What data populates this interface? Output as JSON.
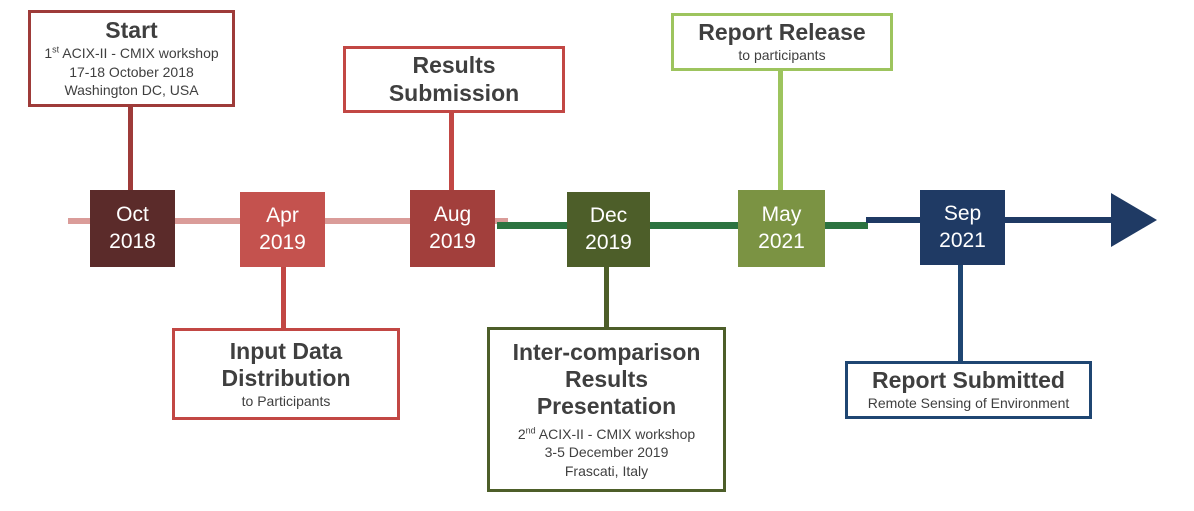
{
  "palette": {
    "maroon_box": "#5B2B2A",
    "coral_box": "#C4524E",
    "brick_box": "#A23F3C",
    "dark_olive_box": "#4D5E29",
    "olive_box": "#7B9343",
    "navy_box": "#1F3A64",
    "salmon_line": "#DA9C99",
    "forest_green_line": "#2C7340",
    "navy_line": "#1F3A64",
    "start_border": "#9E3B39",
    "red_border": "#C24744",
    "light_green_border": "#9DC45E",
    "dark_green_border": "#4D5E29",
    "navy_border": "#1F4672",
    "text_dark": "#3F3F3F"
  },
  "timeline": {
    "milestones": [
      {
        "month": "Oct",
        "year": "2018"
      },
      {
        "month": "Apr",
        "year": "2019"
      },
      {
        "month": "Aug",
        "year": "2019"
      },
      {
        "month": "Dec",
        "year": "2019"
      },
      {
        "month": "May",
        "year": "2021"
      },
      {
        "month": "Sep",
        "year": "2021"
      }
    ]
  },
  "callouts": {
    "start": {
      "title": "Start",
      "detail_num": "1",
      "detail_ord": "st",
      "detail_rest": " ACIX-II - CMIX workshop",
      "detail_line2": "17-18 October 2018",
      "detail_line3": "Washington DC, USA"
    },
    "results_submission": {
      "title_line1": "Results",
      "title_line2": "Submission"
    },
    "report_release": {
      "title": "Report Release",
      "subtitle": "to participants"
    },
    "input_data_distribution": {
      "title_line1": "Input Data",
      "title_line2": "Distribution",
      "subtitle": "to Participants"
    },
    "intercomparison": {
      "title_line1": "Inter-comparison",
      "title_line2": "Results",
      "title_line3": "Presentation",
      "detail_num": "2",
      "detail_ord": "nd",
      "detail_rest": " ACIX-II - CMIX workshop",
      "detail_line2": "3-5 December 2019",
      "detail_line3": "Frascati, Italy"
    },
    "report_submitted": {
      "title": "Report Submitted",
      "subtitle": "Remote Sensing of Environment"
    }
  }
}
